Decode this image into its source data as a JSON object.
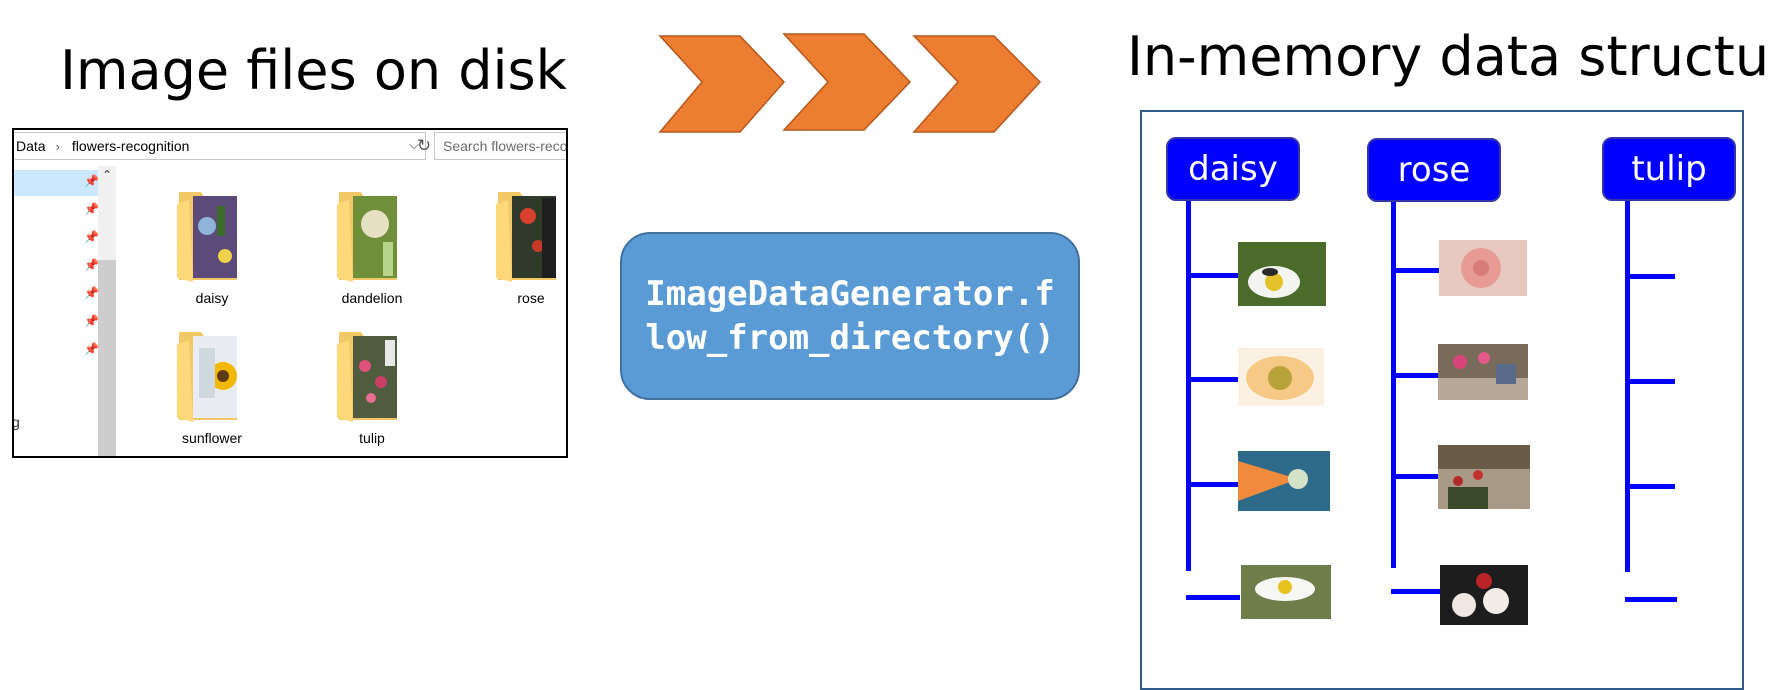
{
  "titles": {
    "left": "Image files on disk",
    "right": "In-memory data structure"
  },
  "explorer": {
    "breadcrumb": [
      "Data",
      "flowers-recognition"
    ],
    "search_placeholder": "Search flowers-reco",
    "nav_fragment": "g",
    "folders": [
      {
        "name": "daisy"
      },
      {
        "name": "dandelion"
      },
      {
        "name": "rose"
      },
      {
        "name": "sunflower"
      },
      {
        "name": "tulip"
      }
    ]
  },
  "method": {
    "text": "ImageDataGenerator.flow_from_directory()"
  },
  "structure": {
    "classes": [
      "daisy",
      "rose",
      "tulip"
    ]
  },
  "colors": {
    "chevron": "#ed7d31",
    "method_box": "#5b9bd5",
    "class_box": "#0000ff",
    "tree_line": "#0000ff"
  }
}
